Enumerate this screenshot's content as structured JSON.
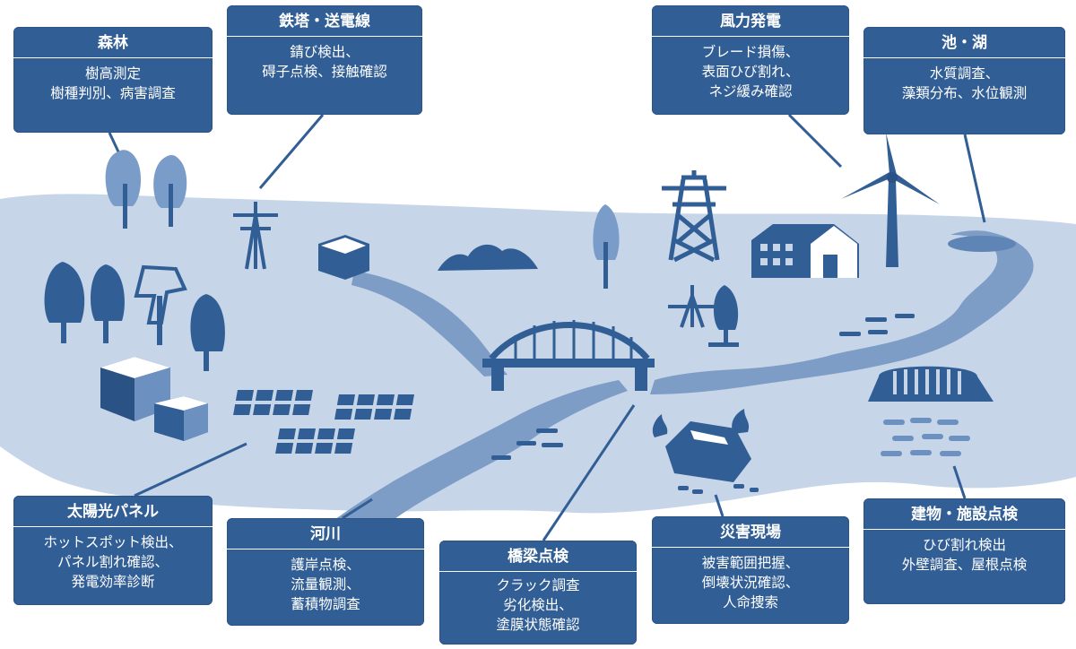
{
  "colors": {
    "land": "#c6d5e8",
    "river": "#7d9cc6",
    "ink": "#315e95",
    "ink_dark": "#2a5284",
    "ink_light": "#6c90bf",
    "white": "#ffffff"
  },
  "callouts": {
    "forest": {
      "title": "森林",
      "lines": [
        "樹高測定",
        "樹種判別、病害調査"
      ]
    },
    "pylon": {
      "title": "鉄塔・送電線",
      "lines": [
        "錆び検出、",
        "碍子点検、接触確認"
      ]
    },
    "wind": {
      "title": "風力発電",
      "lines": [
        "ブレード損傷、",
        "表面ひび割れ、",
        "ネジ緩み確認"
      ]
    },
    "pond": {
      "title": "池・湖",
      "lines": [
        "水質調査、",
        "藻類分布、水位観測"
      ]
    },
    "solar": {
      "title": "太陽光パネル",
      "lines": [
        "ホットスポット検出、",
        "パネル割れ確認、",
        "発電効率診断"
      ]
    },
    "river": {
      "title": "河川",
      "lines": [
        "護岸点検、",
        "流量観測、",
        "蓄積物調査"
      ]
    },
    "bridge": {
      "title": "橋梁点検",
      "lines": [
        "クラック調査",
        "劣化検出、",
        "塗膜状態確認"
      ]
    },
    "disaster": {
      "title": "災害現場",
      "lines": [
        "被害範囲把握、",
        "倒壊状況確認、",
        "人命捜索"
      ]
    },
    "building": {
      "title": "建物・施設点検",
      "lines": [
        "ひび割れ検出",
        "外壁調査、屋根点検"
      ]
    }
  }
}
